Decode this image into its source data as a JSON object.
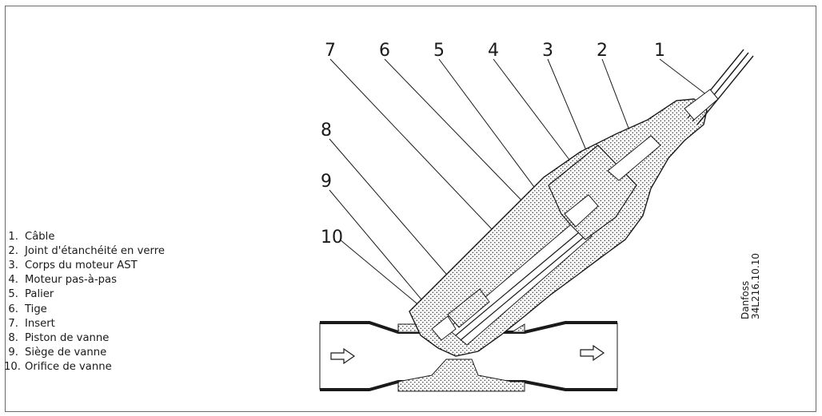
{
  "legend": {
    "items": [
      {
        "num": "1.",
        "label": "Câble"
      },
      {
        "num": "2.",
        "label": "Joint d'étanchéité en verre"
      },
      {
        "num": "3.",
        "label": "Corps du moteur AST"
      },
      {
        "num": "4.",
        "label": "Moteur pas-à-pas"
      },
      {
        "num": "5.",
        "label": "Palier"
      },
      {
        "num": "6.",
        "label": "Tige"
      },
      {
        "num": "7.",
        "label": "Insert"
      },
      {
        "num": "8.",
        "label": "Piston de vanne"
      },
      {
        "num": "9.",
        "label": "Siège de vanne"
      },
      {
        "num": "10.",
        "label": "Orifice de vanne"
      }
    ]
  },
  "callouts": [
    "1",
    "2",
    "3",
    "4",
    "5",
    "6",
    "7",
    "8",
    "9",
    "10"
  ],
  "reference": {
    "brand": "Danfoss",
    "code": "34L216.10.10"
  }
}
